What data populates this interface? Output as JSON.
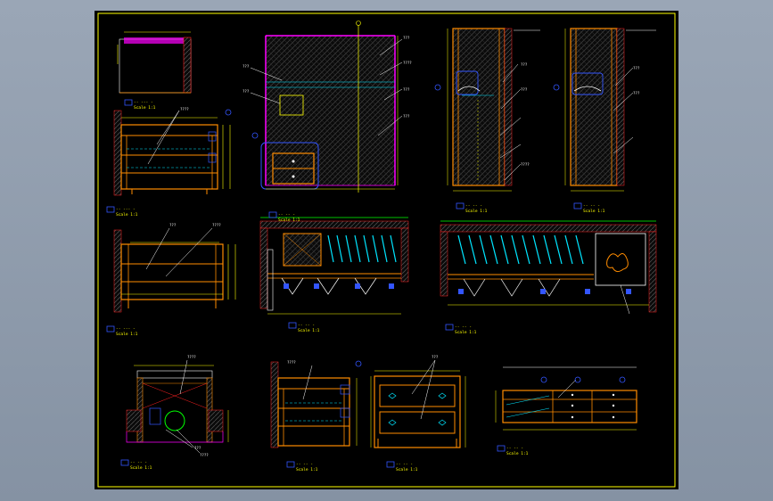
{
  "window": {
    "background": "#8a96a6"
  },
  "sheet": {
    "background": "#000000",
    "frame_color": "#ffff00"
  },
  "colors": {
    "yellow": "#ffff00",
    "orange": "#ff8c00",
    "cyan": "#00e5ff",
    "magenta": "#ff00ff",
    "blue": "#3355ff",
    "white": "#ffffff",
    "green": "#00ff00",
    "red": "#ff2020",
    "gray": "#9a9a9a"
  },
  "labels": {
    "note": "???",
    "note4": "????",
    "scale": "Scale 1:1"
  },
  "views": [
    {
      "id": "v1",
      "title": "-- --- -"
    },
    {
      "id": "v2",
      "title": "-- --- -"
    },
    {
      "id": "v3",
      "title": "-- -- -"
    },
    {
      "id": "v4",
      "title": "-- -- -"
    },
    {
      "id": "v5",
      "title": "-- -- -"
    },
    {
      "id": "v6",
      "title": "-- --- -"
    },
    {
      "id": "v7",
      "title": "-- -- -"
    },
    {
      "id": "v8",
      "title": "-- -- -"
    },
    {
      "id": "v9",
      "title": "-- -- -"
    },
    {
      "id": "v10",
      "title": "-- -- -"
    },
    {
      "id": "v11",
      "title": "-- -- -"
    },
    {
      "id": "v12",
      "title": "-- -- -"
    },
    {
      "id": "v13",
      "title": "-- -- -"
    }
  ]
}
